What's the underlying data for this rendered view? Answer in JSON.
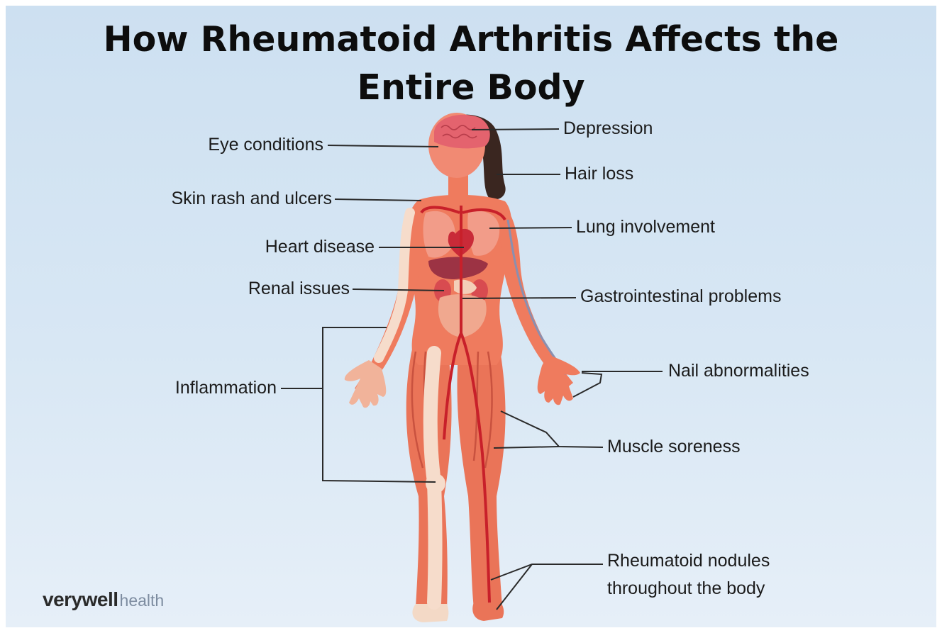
{
  "title_line1": "How Rheumatoid Arthritis Affects the",
  "title_line2": "Entire Body",
  "labels": {
    "eye_conditions": "Eye conditions",
    "skin_rash": "Skin rash and ulcers",
    "heart_disease": "Heart disease",
    "renal_issues": "Renal issues",
    "inflammation": "Inflammation",
    "depression": "Depression",
    "hair_loss": "Hair loss",
    "lung_involvement": "Lung involvement",
    "gastrointestinal": "Gastrointestinal problems",
    "nail_abnormalities": "Nail abnormalities",
    "muscle_soreness": "Muscle soreness",
    "nodules_line1": "Rheumatoid nodules",
    "nodules_line2": "throughout the body"
  },
  "logo": {
    "brand": "verywell",
    "suffix": "health"
  },
  "colors": {
    "background": "#d2e4f3",
    "skin": "#ee7a5c",
    "muscle": "#f0a090",
    "bone": "#f6dccb",
    "vessel": "#c8202a",
    "hair": "#3a2620",
    "leader_line": "#2a2a2a"
  }
}
